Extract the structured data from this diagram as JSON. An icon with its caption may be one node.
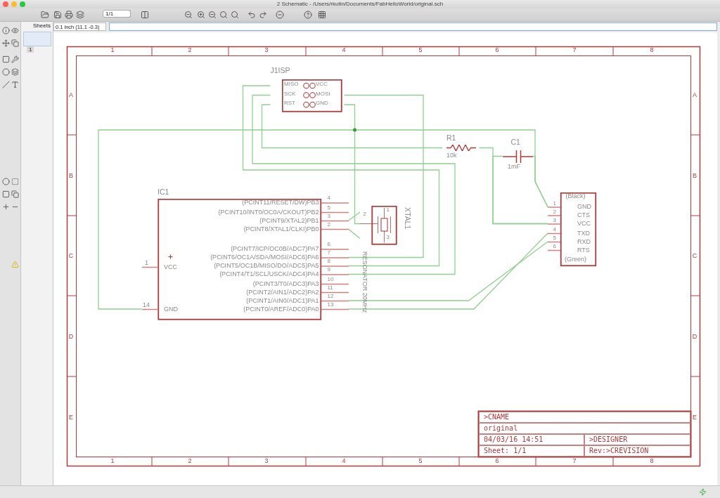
{
  "diagram": {
    "title": "2 Schematic - /Users/rkutin/Documents/FabHelloWorld/original.sch",
    "nodes": [
      {
        "text": [
          "J1ISP",
          "MISO",
          "VCC",
          "SCK",
          "MOSI",
          "RST",
          "GND"
        ]
      },
      {
        "text": [
          "R1",
          "10k"
        ]
      },
      {
        "text": [
          "C1",
          "1mF"
        ]
      },
      {
        "text": [
          "IC1",
          "1",
          "VCC",
          "14",
          "GND",
          "(PCINT11/RESET/DW)PB3",
          "4",
          "(PCINT10/INT0/OC0A/CKOUT)PB2",
          "5",
          "(PCINT9/XTAL2)PB1",
          "3",
          "(PCINT8/XTAL1/CLKI)PB0",
          "2",
          "(PCINT7/ICP/OC0B/ADC7)PA7",
          "6",
          "(PCINT6/OC1A/SDA/MOSI/ADC6)PA6",
          "7",
          "(PCINT5/OC1B/MISO/DO/ADC5)PA5",
          "8",
          "(PCINT4/T1/SCL/USCK/ADC4)PA4",
          "9",
          "(PCINT3/T0/ADC3)PA3",
          "10",
          "(PCINT2/AIN1/ADC2)PA2",
          "11",
          "(PCINT1/AIN0/ADC1)PA1",
          "12",
          "(PCINT0/AREF/ADC0)PA0",
          "13"
        ]
      },
      {
        "text": [
          "XTAL1",
          "1",
          "2",
          "3",
          "RESONATOR 20MHz"
        ]
      },
      {
        "text": [
          "(Black)",
          "1",
          "GND",
          "2",
          "CTS",
          "3",
          "VCC",
          "4",
          "TXD",
          "5",
          "RXD",
          "6",
          "RTS",
          "(Green)"
        ]
      }
    ],
    "edges": [
      {
        "from": 0,
        "to": 3,
        "arrow": "none"
      },
      {
        "from": 0,
        "to": 3,
        "arrow": "none"
      },
      {
        "from": 0,
        "to": 3,
        "arrow": "none"
      },
      {
        "from": 0,
        "to": 4,
        "arrow": "none"
      },
      {
        "from": 3,
        "to": 5,
        "arrow": "none"
      },
      {
        "from": 2,
        "to": 5,
        "arrow": "none"
      },
      {
        "from": 1,
        "to": 5,
        "arrow": "none"
      },
      {
        "from": 2,
        "to": 5,
        "arrow": "none"
      },
      {
        "from": 0,
        "to": 1,
        "arrow": "none"
      },
      {
        "from": 3,
        "to": 4,
        "arrow": "none"
      },
      {
        "from": 3,
        "to": 4,
        "arrow": "none"
      },
      {
        "from": 3,
        "to": 5,
        "arrow": "none"
      },
      {
        "from": 3,
        "to": 5,
        "arrow": "none"
      }
    ],
    "labels": [
      "1/1",
      "Sheets",
      "0.1 inch (11.1 -0.3)",
      "1",
      "1",
      "2",
      "3",
      "4",
      "5",
      "6",
      "7",
      "8",
      "A",
      "A",
      "B",
      "B",
      "C",
      "C",
      "D",
      "D",
      "E",
      "E",
      ">CNAME",
      "original",
      "04/03/16 14:51",
      ">DESIGNER",
      "Sheet: 1/1",
      "Rev:>CREVISION",
      "1",
      "2",
      "3",
      "4",
      "5",
      "6",
      "7",
      "8"
    ]
  }
}
